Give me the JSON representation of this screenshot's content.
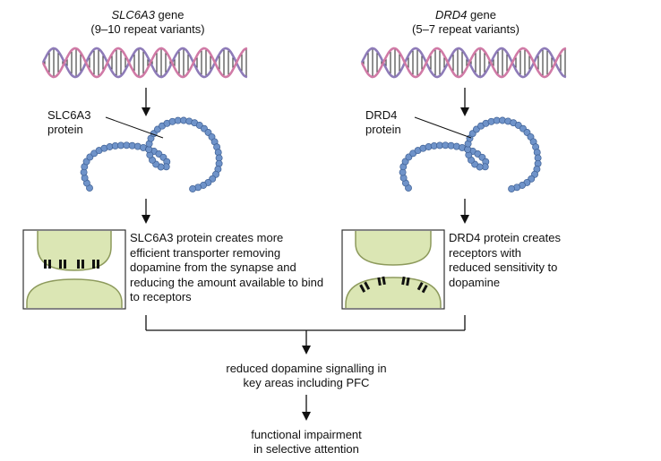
{
  "left": {
    "gene_name": "SLC6A3",
    "gene_suffix": " gene",
    "variants": "(9–10 repeat variants)",
    "protein_label_line1": "SLC6A3",
    "protein_label_line2": "protein",
    "description": "SLC6A3 protein creates more efficient transporter removing dopamine from the synapse and reducing the amount available to bind to receptors"
  },
  "right": {
    "gene_name": "DRD4",
    "gene_suffix": " gene",
    "variants": "(5–7 repeat variants)",
    "protein_label_line1": "DRD4",
    "protein_label_line2": "protein",
    "description": "DRD4 protein creates receptors with reduced sensitivity to dopamine"
  },
  "outcome": {
    "line1": "reduced dopamine signalling in",
    "line2": "key areas including PFC"
  },
  "final": {
    "line1": "functional impairment",
    "line2": "in selective attention"
  },
  "colors": {
    "dna_strand_pink": "#d07aa6",
    "dna_strand_purple": "#8e7bb8",
    "protein_bead": "#6f93c9",
    "cell_fill": "#dbe6b4",
    "cell_stroke": "#8d9a5c"
  }
}
